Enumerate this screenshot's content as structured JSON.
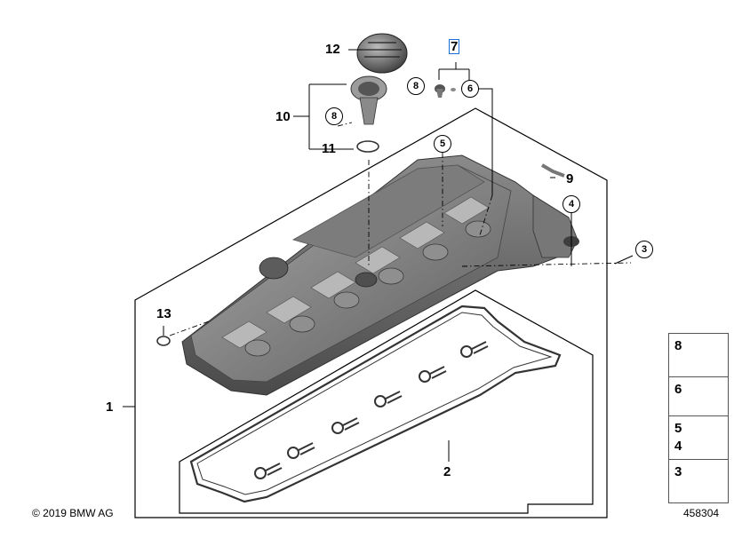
{
  "diagram": {
    "callouts": {
      "c1": "1",
      "c2": "2",
      "c3": "3",
      "c4": "4",
      "c5": "5",
      "c6": "6",
      "c7": "7",
      "c8a": "8",
      "c8b": "8",
      "c9": "9",
      "c10": "10",
      "c11": "11",
      "c12": "12",
      "c13": "13"
    },
    "legend": {
      "row1": "8",
      "row2": "6",
      "row3a": "5",
      "row3b": "4",
      "row4": "3"
    },
    "copyright": "© 2019 BMW AG",
    "image_number": "458304"
  },
  "colors": {
    "part_dark": "#6e6e6e",
    "part_mid": "#9a9a9a",
    "part_light": "#c9c9c9",
    "line": "#000000",
    "selection": "#1e6fd9"
  }
}
